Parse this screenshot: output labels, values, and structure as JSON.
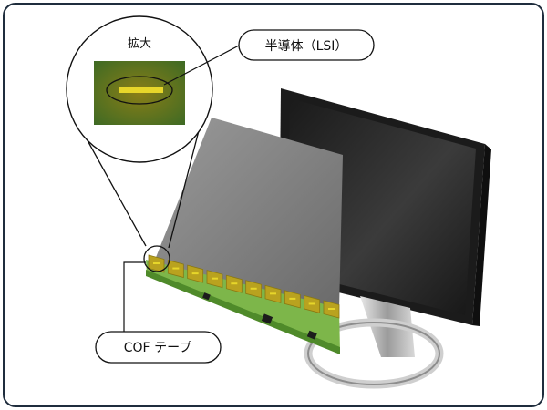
{
  "labels": {
    "zoom": "拡大",
    "semiconductor": "半導体（LSI）",
    "cof_tape": "COF テープ"
  },
  "colors": {
    "frame": "#1f2d3d",
    "panel": "#8c8c8c",
    "pcb": "#6fae3a",
    "cof_gold": "#b9a21f",
    "lsi_chip": "#e7d62a",
    "monitor": "#2b2b2b"
  },
  "counts": {
    "cof_tabs": 10
  }
}
